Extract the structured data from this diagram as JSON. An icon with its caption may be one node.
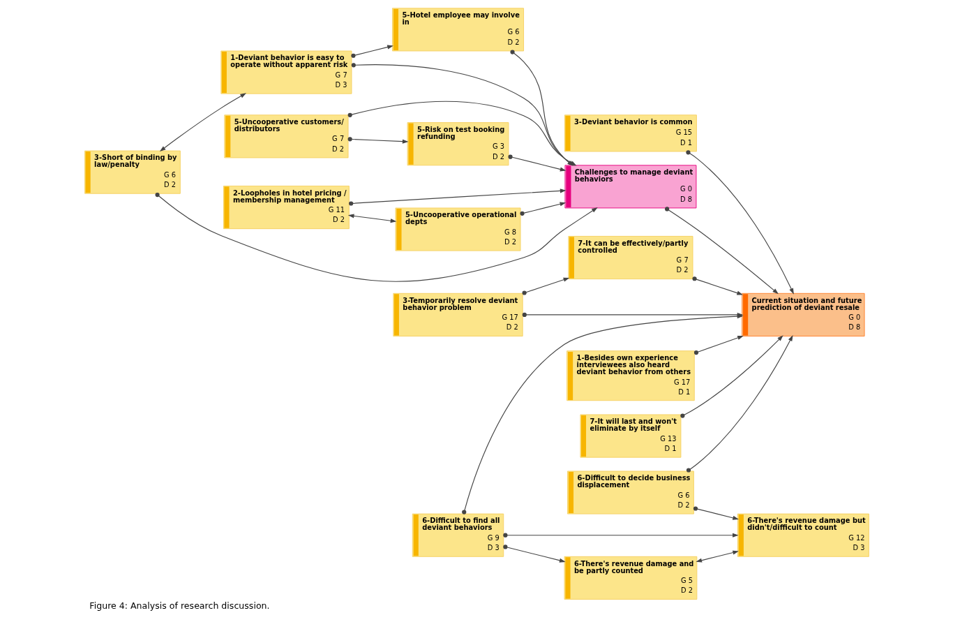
{
  "diagram": {
    "caption": "Figure 4: Analysis of research discussion.",
    "nodes": [
      {
        "text": [
          "5-Risk on test booking refunding",
          "G 3",
          "D 2"
        ]
      },
      {
        "text": [
          "5-Uncooperative customers/ distributors",
          "G 7",
          "D 2"
        ]
      },
      {
        "text": [
          "3-Temporarily resolve deviant behavior problem",
          "G 17",
          "D 2"
        ]
      },
      {
        "text": [
          "1-Besides own experience interviewees also heard deviant behavior from others",
          "G 17",
          "D 1"
        ]
      },
      {
        "text": [
          "2-Loopholes in hotel pricing / membership management",
          "G 11",
          "D 2"
        ]
      },
      {
        "text": [
          "7-It can be effectively/partly controlled",
          "G 7",
          "D 2"
        ]
      },
      {
        "text": [
          "7-It will last and won't eliminate by itself",
          "G 13",
          "D 1"
        ]
      },
      {
        "text": [
          "5-Uncooperative operational depts",
          "G 8",
          "D 2"
        ]
      },
      {
        "text": [
          "Challenges to manage deviant behaviors",
          "G 0",
          "D 8"
        ]
      },
      {
        "text": [
          "Current situation and future prediction of deviant resale",
          "G 0",
          "D 8"
        ]
      },
      {
        "text": [
          "6-Difficult to find all deviant behaviors",
          "G 9",
          "D 3"
        ]
      },
      {
        "text": [
          "3-Short of binding by law/penalty",
          "G 6",
          "D 2"
        ]
      },
      {
        "text": [
          "5-Hotel employee may involve in",
          "G 6",
          "D 2"
        ]
      },
      {
        "text": [
          "6-There's revenue damage and be partly counted",
          "G 5",
          "D 2"
        ]
      },
      {
        "text": [
          "3-Deviant behavior is common",
          "G 15",
          "D 1"
        ]
      },
      {
        "text": [
          "6-Difficult to decide business displacement",
          "G 6",
          "D 2"
        ]
      },
      {
        "text": [
          "1-Deviant behavior is easy to operate without apparent risk",
          "G 7",
          "D 3"
        ]
      },
      {
        "text": [
          "6-There's revenue damage but didn't/difficult to count",
          "G 12",
          "D 3"
        ]
      }
    ],
    "edges": [
      {
        "from": 1,
        "to": 0,
        "arrow": "to"
      },
      {
        "from": 0,
        "to": 8,
        "arrow": "to"
      },
      {
        "from": 1,
        "to": 8,
        "arrow": "to"
      },
      {
        "from": 4,
        "to": 8,
        "arrow": "to"
      },
      {
        "from": 4,
        "to": 7,
        "arrow": "both"
      },
      {
        "from": 7,
        "to": 8,
        "arrow": "to"
      },
      {
        "from": 8,
        "to": 9,
        "arrow": "to"
      },
      {
        "from": 2,
        "to": 5,
        "arrow": "to"
      },
      {
        "from": 2,
        "to": 9,
        "arrow": "to"
      },
      {
        "from": 3,
        "to": 9,
        "arrow": "to"
      },
      {
        "from": 5,
        "to": 9,
        "arrow": "to"
      },
      {
        "from": 6,
        "to": 9,
        "arrow": "to"
      },
      {
        "from": 10,
        "to": 9,
        "arrow": "to"
      },
      {
        "from": 12,
        "to": 8,
        "arrow": "to"
      },
      {
        "from": 16,
        "to": 8,
        "arrow": "to"
      },
      {
        "from": 11,
        "to": 8,
        "arrow": "to"
      },
      {
        "from": 16,
        "to": 12,
        "arrow": "to"
      },
      {
        "from": 11,
        "to": 16,
        "arrow": "both"
      },
      {
        "from": 14,
        "to": 9,
        "arrow": "to"
      },
      {
        "from": 15,
        "to": 9,
        "arrow": "to"
      },
      {
        "from": 10,
        "to": 13,
        "arrow": "to"
      },
      {
        "from": 10,
        "to": 17,
        "arrow": "to"
      },
      {
        "from": 15,
        "to": 17,
        "arrow": "to"
      },
      {
        "from": 13,
        "to": 17,
        "arrow": "both"
      }
    ]
  }
}
